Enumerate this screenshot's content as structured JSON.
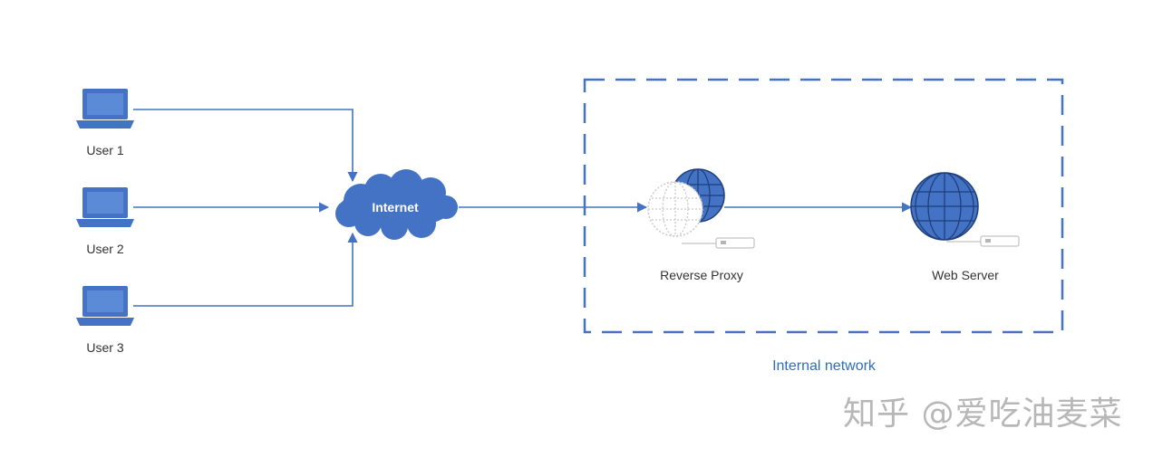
{
  "diagram": {
    "users": [
      {
        "label": "User 1"
      },
      {
        "label": "User 2"
      },
      {
        "label": "User 3"
      }
    ],
    "cloud_label": "Internet",
    "proxy_label": "Reverse Proxy",
    "server_label": "Web Server",
    "network_label": "Internal network",
    "watermark": "知乎 @爱吃油麦菜",
    "colors": {
      "primary": "#4472c4",
      "accent_text": "#2f6fb6",
      "label_text": "#333333",
      "watermark": "#b7b7b7"
    }
  }
}
